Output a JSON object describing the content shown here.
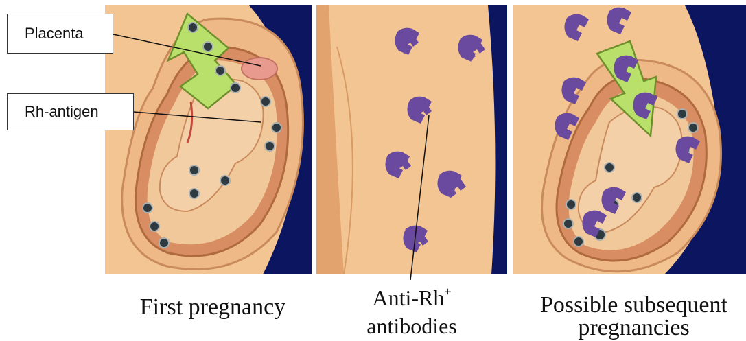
{
  "labels": {
    "placenta": "Placenta",
    "rh_antigen": "Rh-antigen"
  },
  "captions": {
    "first": "First pregnancy",
    "antibodies_line1": "Anti-Rh",
    "antibodies_sup": "+",
    "antibodies_line2": "antibodies",
    "subsequent_line1": "Possible subsequent",
    "subsequent_line2": "pregnancies"
  },
  "colors": {
    "skin": "#f3c592",
    "skin_shade": "#e2a36f",
    "dark_bg": "#0c1660",
    "uterus": "#d98d62",
    "arrow": "#b8e06a",
    "antigen": "#2f3a40",
    "antibody": "#6a4a9e"
  }
}
